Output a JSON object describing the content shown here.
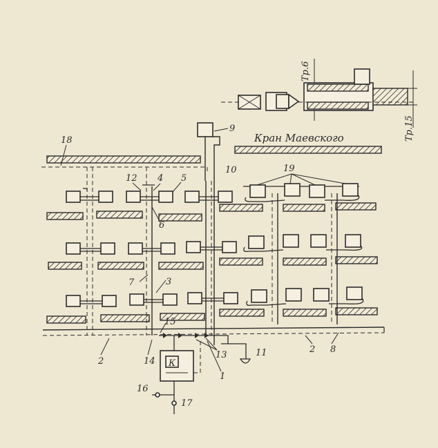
{
  "diagram": {
    "labels": {
      "crane_title": "Кран Маевского",
      "tr6": "Тр.6",
      "tr15": "Тр.15",
      "k_box": "К",
      "n1": "1",
      "n2a": "2",
      "n2b": "2",
      "n3": "3",
      "n4": "4",
      "n5": "5",
      "n6": "6",
      "n7": "7",
      "n8": "8",
      "n9": "9",
      "n10": "10",
      "n11": "11",
      "n12": "12",
      "n13": "13",
      "n14": "14",
      "n15": "15",
      "n16": "16",
      "n17": "17",
      "n18": "18",
      "n19": "19"
    }
  }
}
